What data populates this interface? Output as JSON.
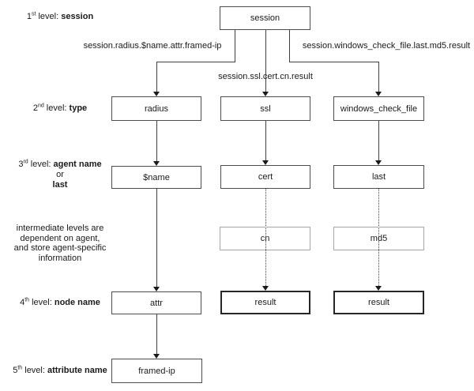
{
  "side_labels": {
    "l1": {
      "num": "1",
      "ord": "st",
      "rest": " level: ",
      "bold": "session"
    },
    "l2": {
      "num": "2",
      "ord": "nd",
      "rest": " level: ",
      "bold": "type"
    },
    "l3": {
      "num": "3",
      "ord": "rd",
      "rest": " level: ",
      "bold": "agent name",
      "or_text": "or",
      "bold2": "last"
    },
    "l4": {
      "num": "4",
      "ord": "th",
      "rest": " level: ",
      "bold": "node name"
    },
    "l5": {
      "num": "5",
      "ord": "th",
      "rest": " level: ",
      "bold": "attribute name"
    },
    "intermediate": {
      "line1": "intermediate levels are",
      "line2": "dependent on agent,",
      "line3": "and store agent-specific",
      "line4": "information"
    }
  },
  "nodes": {
    "session": "session",
    "radius": "radius",
    "ssl": "ssl",
    "windows_check_file": "windows_check_file",
    "name_var": "$name",
    "cert": "cert",
    "last": "last",
    "cn": "cn",
    "md5": "md5",
    "attr": "attr",
    "result_ssl": "result",
    "result_wcf": "result",
    "framed_ip": "framed-ip"
  },
  "edge_labels": {
    "radius_path": "session.radius.$name.attr.framed-ip",
    "ssl_path": "session.ssl.cert.cn.result",
    "wcf_path": "session.windows_check_file.last.md5.result"
  },
  "colors": {
    "background": "#ffffff",
    "line": "#404040",
    "box_border": "#4d4d4d",
    "light_box_border": "#a6a6a6",
    "text": "#1a1a1a"
  }
}
